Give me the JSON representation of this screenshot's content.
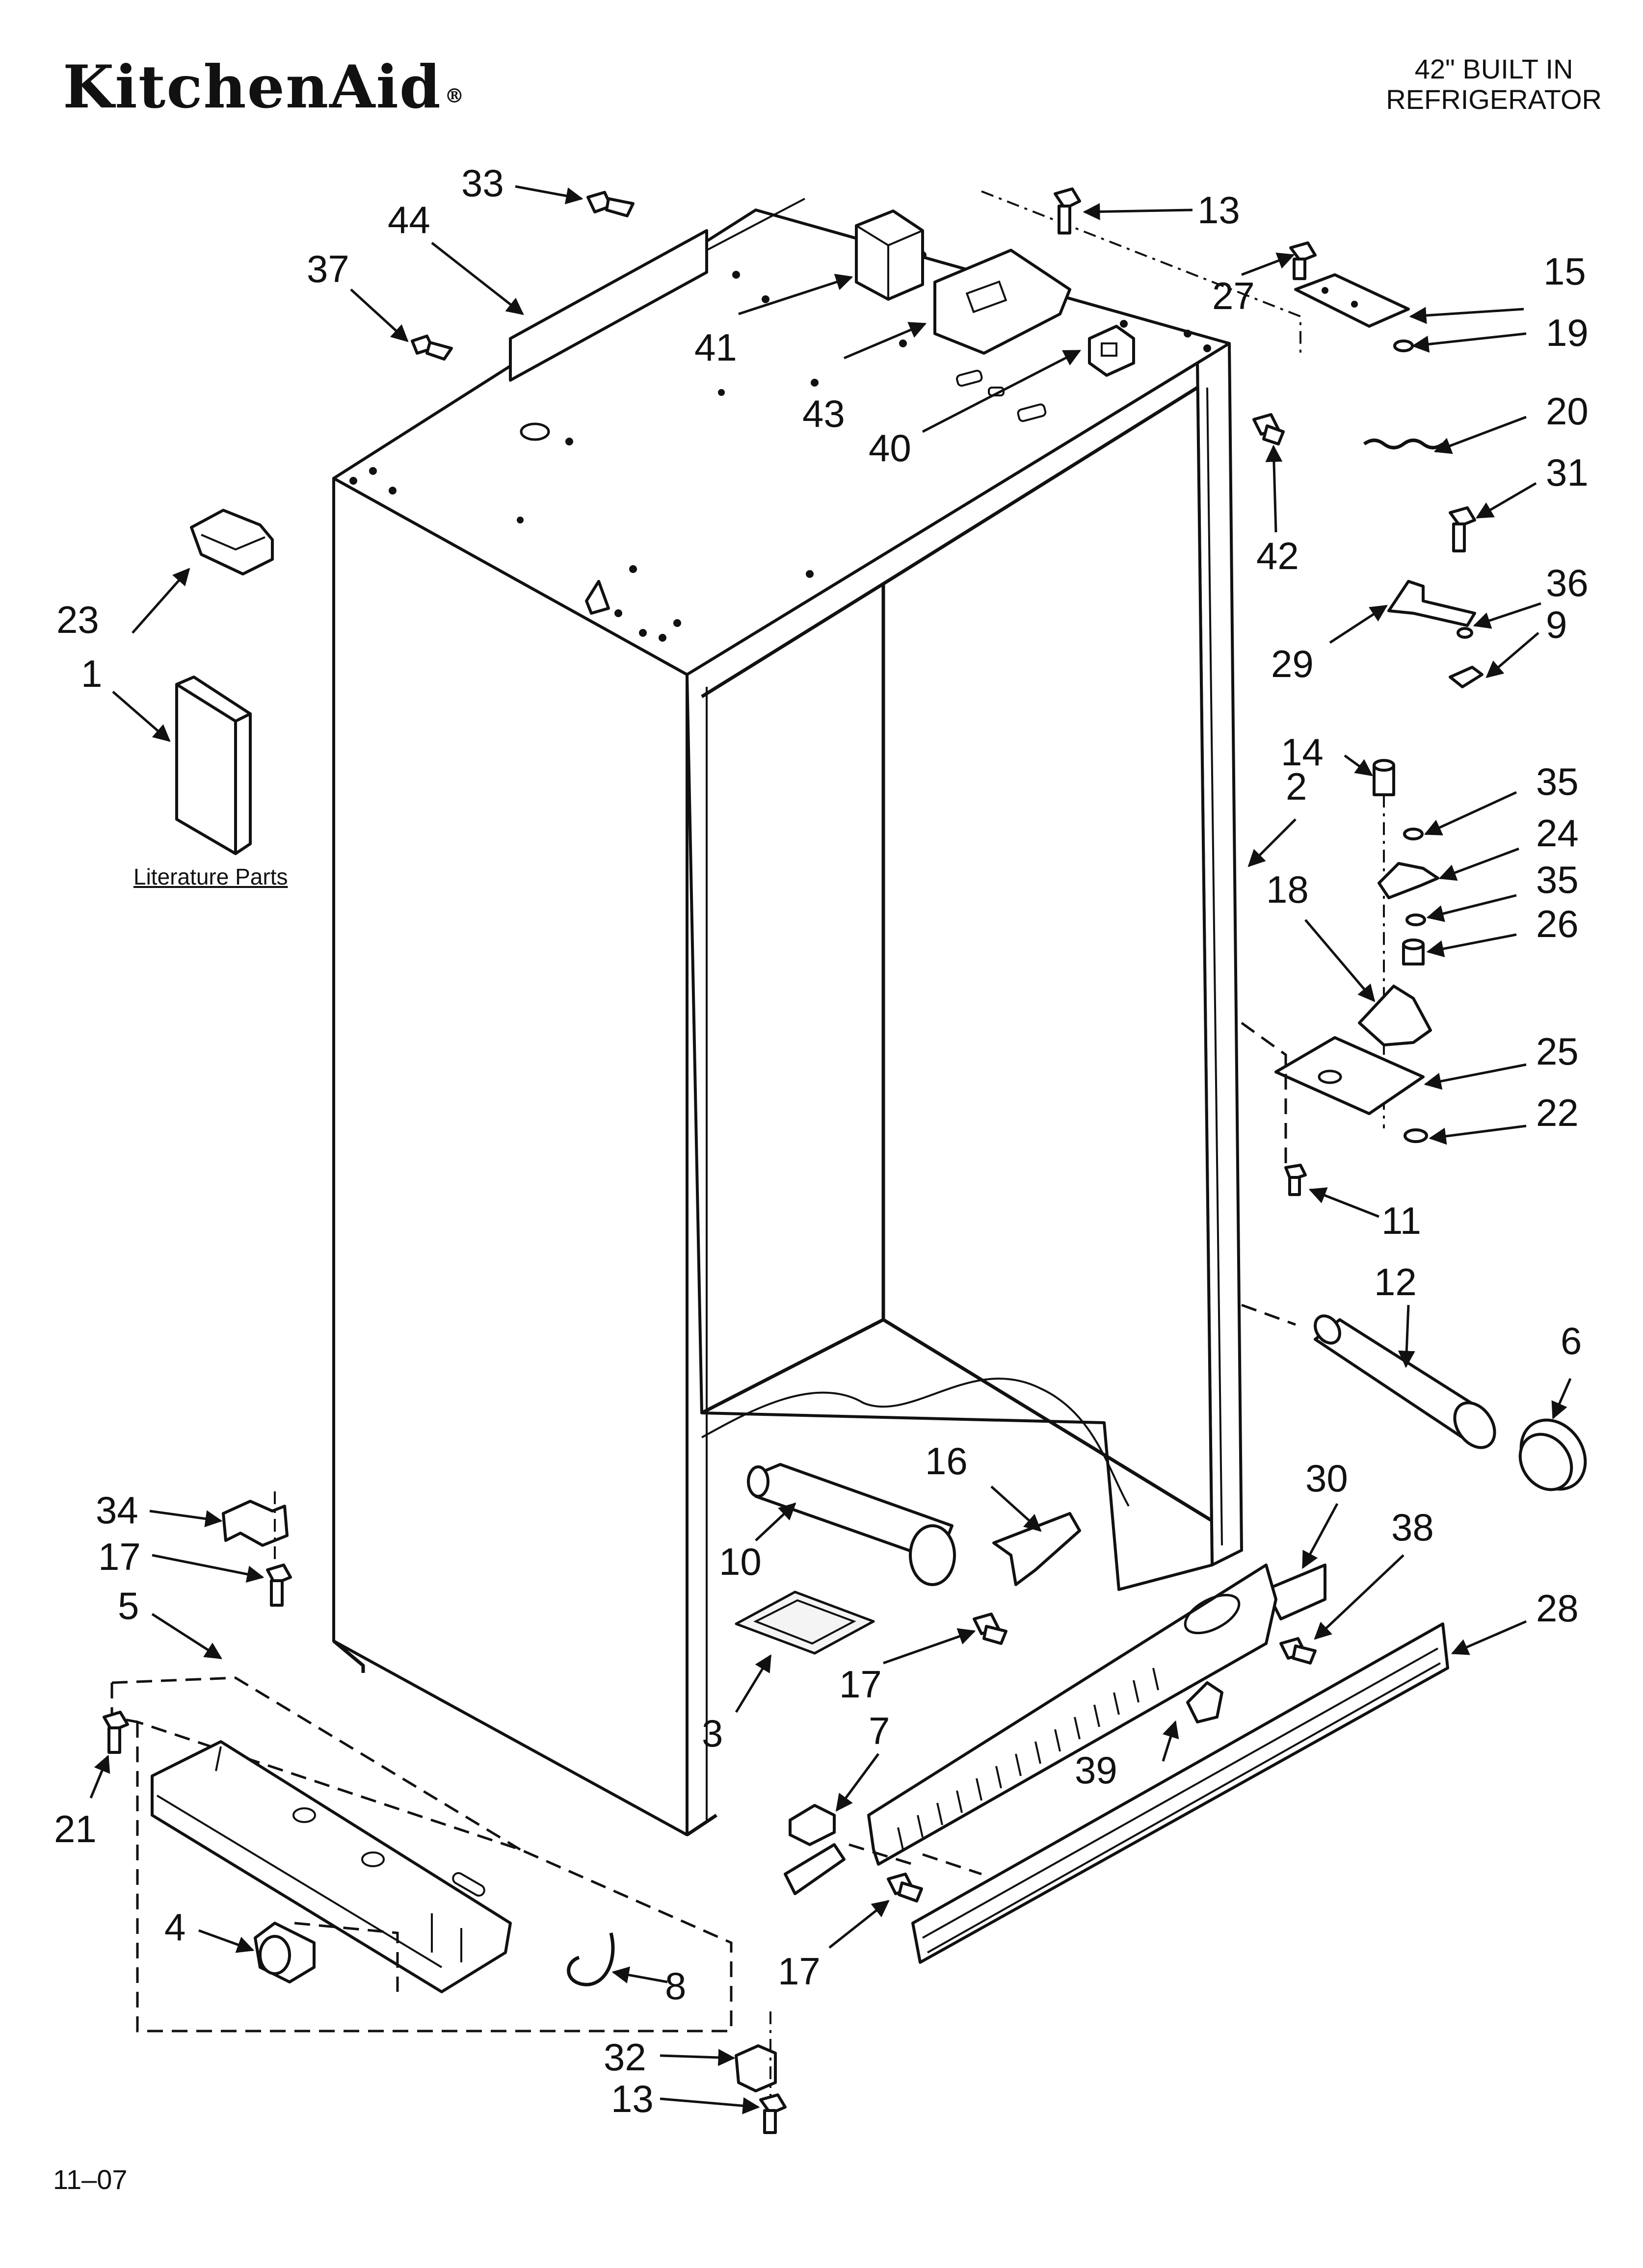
{
  "header": {
    "brand": "KitchenAid",
    "brand_mark": "®",
    "title_line1": "42\" BUILT IN",
    "title_line2": "REFRIGERATOR"
  },
  "footer": {
    "code": "11–07"
  },
  "literature_label": "Literature Parts",
  "callouts": {
    "c1": "1",
    "c2": "2",
    "c3": "3",
    "c4": "4",
    "c5": "5",
    "c6": "6",
    "c7": "7",
    "c8": "8",
    "c9": "9",
    "c10": "10",
    "c11": "11",
    "c12": "12",
    "c13a": "13",
    "c13b": "13",
    "c14": "14",
    "c15": "15",
    "c16": "16",
    "c17a": "17",
    "c17b": "17",
    "c17c": "17",
    "c18": "18",
    "c19": "19",
    "c20": "20",
    "c21": "21",
    "c22": "22",
    "c23": "23",
    "c24": "24",
    "c25": "25",
    "c26": "26",
    "c27": "27",
    "c28": "28",
    "c29": "29",
    "c30": "30",
    "c31": "31",
    "c32": "32",
    "c33": "33",
    "c34": "34",
    "c35a": "35",
    "c35b": "35",
    "c36": "36",
    "c37": "37",
    "c38": "38",
    "c39": "39",
    "c40": "40",
    "c41": "41",
    "c42": "42",
    "c43": "43",
    "c44": "44"
  }
}
